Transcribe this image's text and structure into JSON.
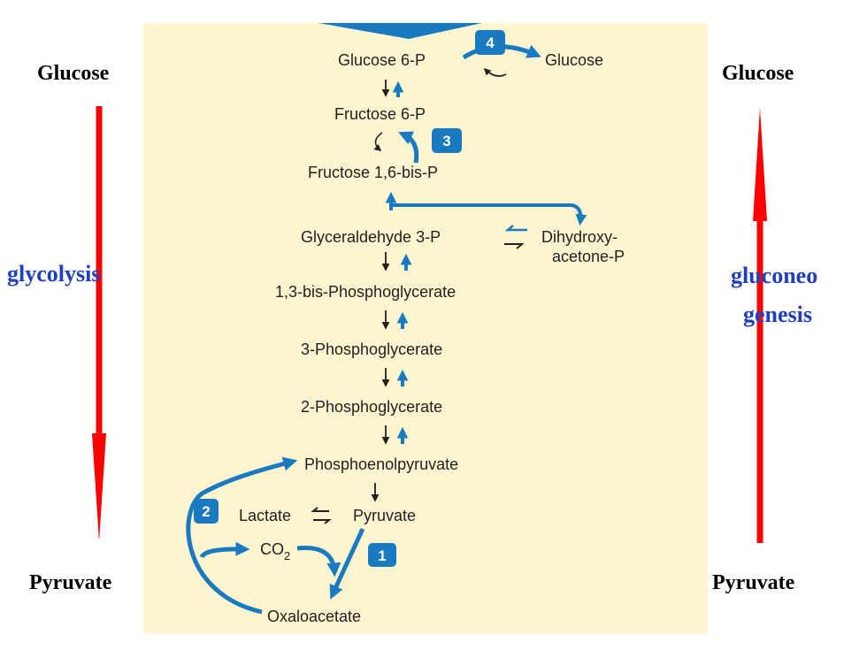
{
  "left": {
    "top_label": "Glucose",
    "bottom_label": "Pyruvate",
    "pathway": "glycolysis"
  },
  "right": {
    "top_label": "Glucose",
    "bottom_label": "Pyruvate",
    "pathway_line1": "gluconeo",
    "pathway_line2": "genesis"
  },
  "metabolites": {
    "glucose6p": "Glucose 6-P",
    "glucose": "Glucose",
    "fructose6p": "Fructose 6-P",
    "fructose16bisp": "Fructose 1,6-bis-P",
    "gap": "Glyceraldehyde 3-P",
    "dhap_line1": "Dihydroxy-",
    "dhap_line2": "acetone-P",
    "bpg13": "1,3-bis-Phosphoglycerate",
    "pg3": "3-Phosphoglycerate",
    "pg2": "2-Phosphoglycerate",
    "pep": "Phosphoenolpyruvate",
    "lactate": "Lactate",
    "pyruvate": "Pyruvate",
    "co2": "CO",
    "co2_subscript": "2",
    "oxaloacetate": "Oxaloacetate"
  },
  "badges": {
    "b1": "1",
    "b2": "2",
    "b3": "3",
    "b4": "4"
  },
  "colors": {
    "arrow_red": "#ff0000",
    "blue": "#1a7abf",
    "panel": "#fdf5cf",
    "pathway_text": "#1f3fbf"
  }
}
